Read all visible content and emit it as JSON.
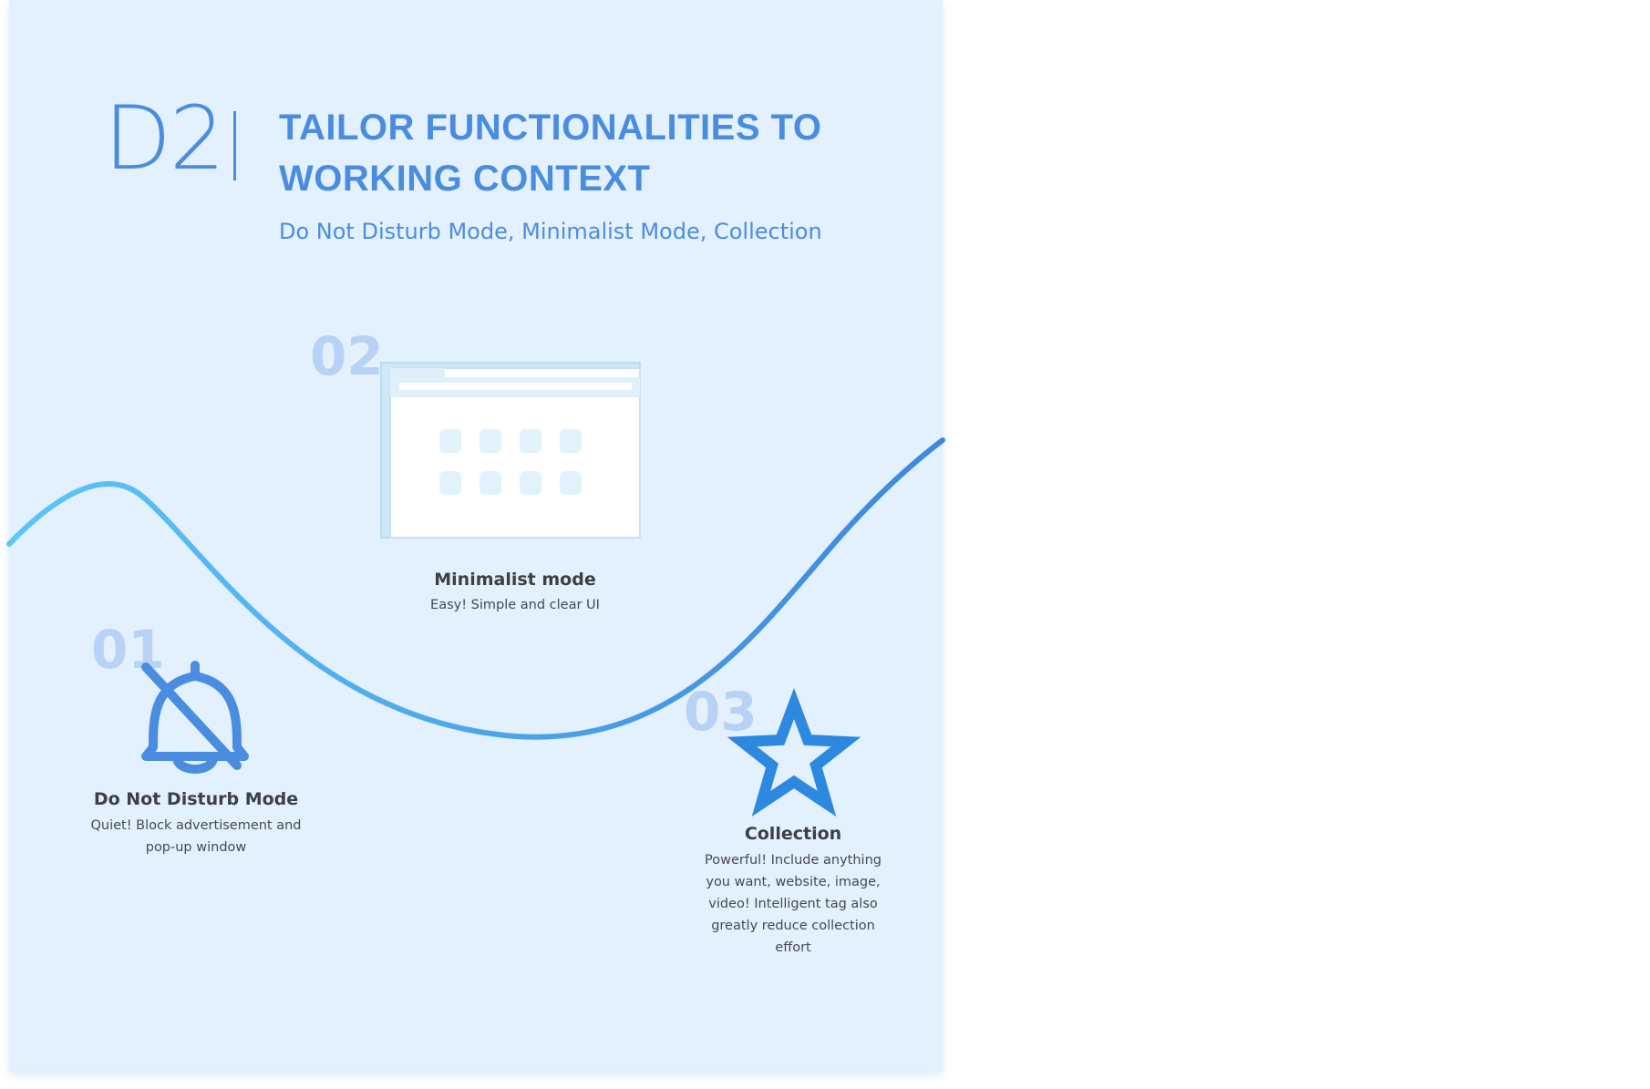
{
  "header": {
    "section_code": "D2",
    "title": "TAILOR FUNCTIONALITIES TO WORKING CONTEXT",
    "subtitle": "Do Not Disturb Mode, Minimalist Mode, Collection"
  },
  "features": [
    {
      "number": "01",
      "icon": "bell-off-icon",
      "title": "Do Not Disturb Mode",
      "description": "Quiet! Block advertisement and pop-up window"
    },
    {
      "number": "02",
      "icon": "browser-window-icon",
      "title": "Minimalist mode",
      "description": "Easy! Simple and clear UI"
    },
    {
      "number": "03",
      "icon": "star-icon",
      "title": "Collection",
      "description": "Powerful! Include anything you want, website, image, video! Intelligent tag also greatly reduce collection effort"
    }
  ],
  "colors": {
    "background": "#e3f0fd",
    "accent": "#4a8de0",
    "number": "#b7d2f4",
    "wave_start": "#5bc6f8",
    "wave_end": "#3f86de"
  }
}
